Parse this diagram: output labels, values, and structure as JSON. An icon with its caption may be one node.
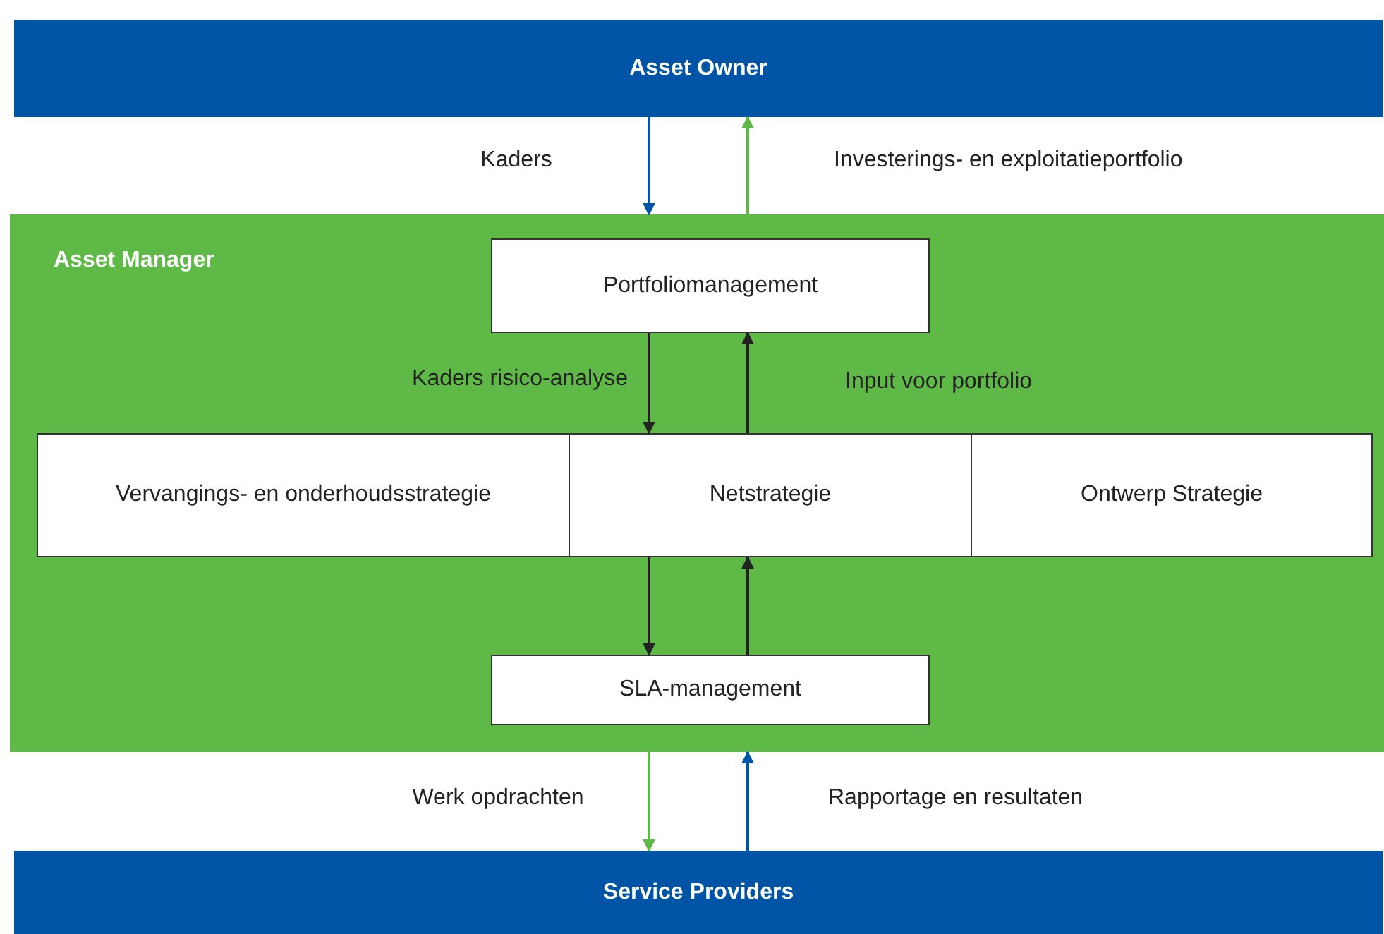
{
  "diagram": {
    "nodes": [
      {
        "text": [
          "Asset Owner"
        ]
      },
      {
        "text": [
          "Asset Manager"
        ]
      },
      {
        "text": [
          "Portfoliomanagement"
        ],
        "in": 1
      },
      {
        "text": [
          "Vervangings- en onderhoudsstrategie"
        ],
        "in": 1
      },
      {
        "text": [
          "Netstrategie"
        ],
        "in": 1
      },
      {
        "text": [
          "Ontwerp Strategie"
        ],
        "in": 1
      },
      {
        "text": [
          "SLA-management"
        ],
        "in": 1
      },
      {
        "text": [
          "Service Providers"
        ]
      }
    ],
    "edges": [
      {
        "from": 0,
        "to": 1,
        "arrow": "to",
        "label": "Kaders",
        "color": "#0054a6"
      },
      {
        "from": 1,
        "to": 0,
        "arrow": "to",
        "label": "Investerings- en exploitatieportfolio",
        "color": "#5eb946"
      },
      {
        "from": 2,
        "to": 4,
        "arrow": "to",
        "label": "Kaders risico-analyse"
      },
      {
        "from": 4,
        "to": 2,
        "arrow": "to",
        "label": "Input voor portfolio"
      },
      {
        "from": 4,
        "to": 6,
        "arrow": "to"
      },
      {
        "from": 6,
        "to": 4,
        "arrow": "to"
      },
      {
        "from": 1,
        "to": 7,
        "arrow": "to",
        "label": "Werk opdrachten",
        "color": "#5eb946"
      },
      {
        "from": 7,
        "to": 1,
        "arrow": "to",
        "label": "Rapportage en resultaten",
        "color": "#0054a6"
      }
    ]
  }
}
